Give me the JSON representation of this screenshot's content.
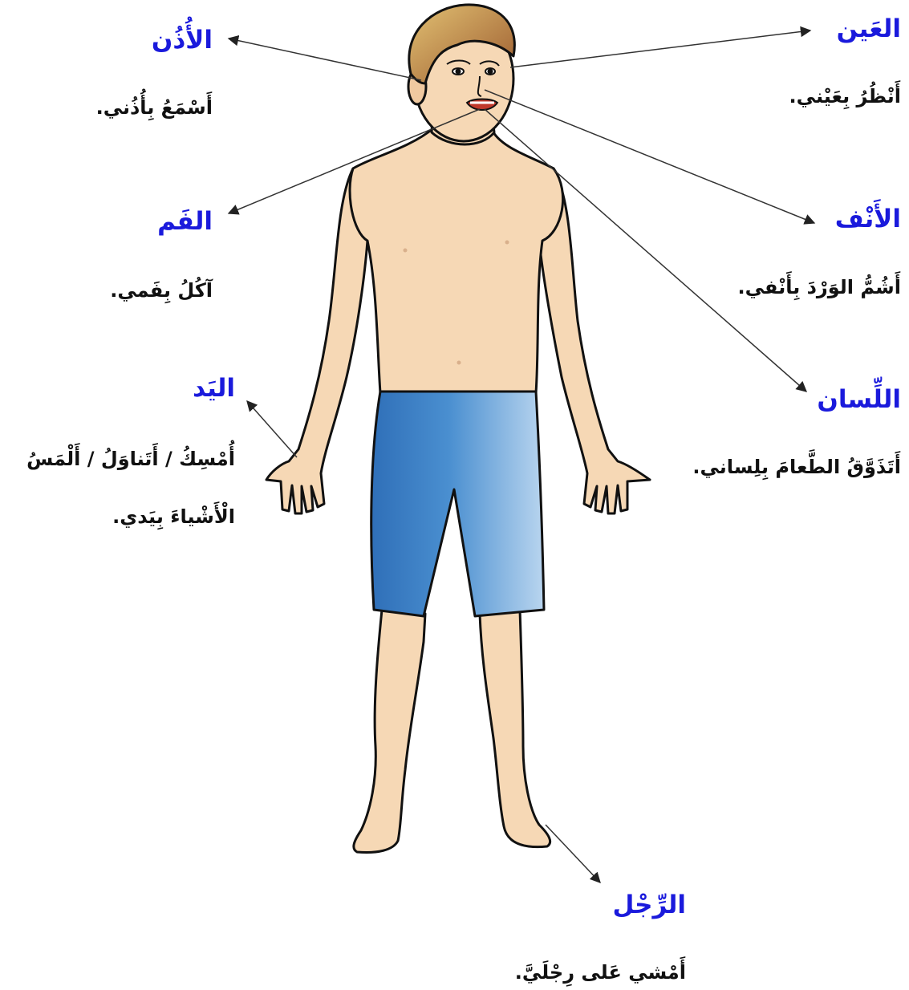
{
  "colors": {
    "title": "#1a1adc",
    "text": "#111111",
    "skin": "#f6d8b5",
    "hair": "#c89a48",
    "shorts": "#3b7fc4",
    "shorts_light": "#a9c9ea",
    "outline": "#111111",
    "arrow": "#333333"
  },
  "labels": {
    "ear": {
      "title": "الأُذُن",
      "desc": "أَسْمَعُ بِأُذُني."
    },
    "eye": {
      "title": "العَين",
      "desc": "أَنْظُرُ بِعَيْني."
    },
    "mouth": {
      "title": "الفَم",
      "desc": "آكُلُ بِفَمي."
    },
    "nose": {
      "title": "الأَنْف",
      "desc": "أَشُمُّ الوَرْدَ بِأَنْفي."
    },
    "hand": {
      "title": "اليَد",
      "desc_line1": "أُمْسِكُ / أَتَناوَلُ / أَلْمَسُ",
      "desc_line2": "الْأَشْياءَ بِيَدي."
    },
    "tongue": {
      "title": "اللِّسان",
      "desc": "أَتَذَوَّقُ الطَّعامَ بِلِساني."
    },
    "foot": {
      "title": "الرِّجْل",
      "desc": "أَمْشي عَلى رِجْلَيَّ."
    }
  },
  "icons": [
    "human-body-figure-icon",
    "arrow-icon"
  ]
}
